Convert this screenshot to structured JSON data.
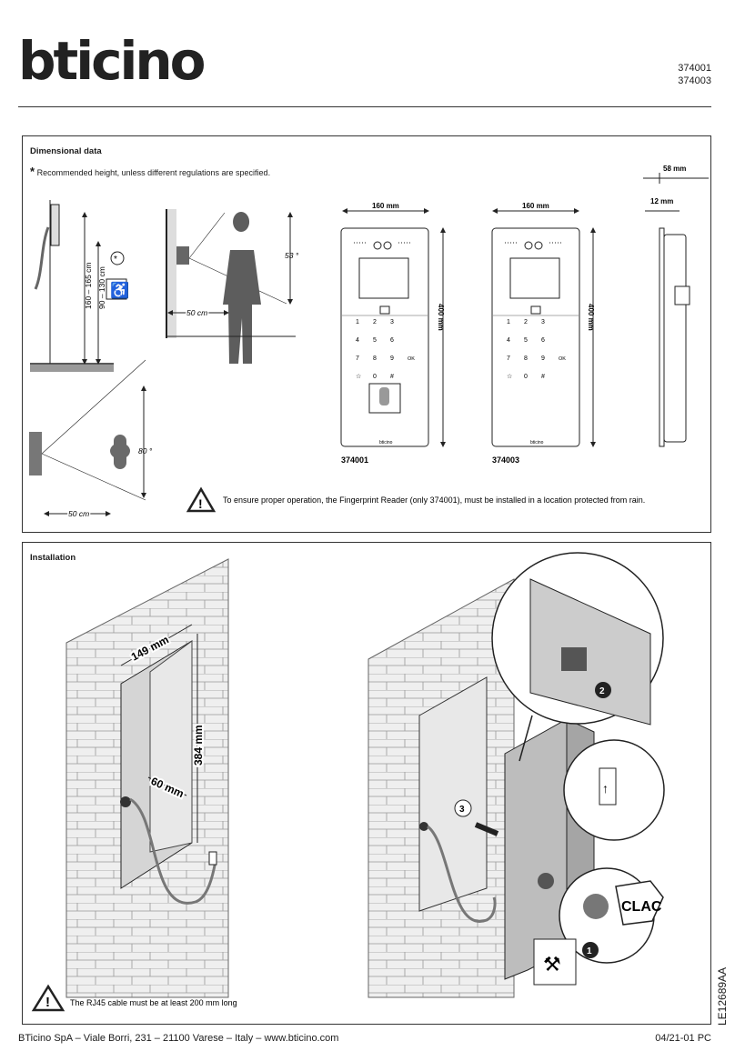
{
  "header": {
    "brand": "bticino",
    "codes": [
      "374001",
      "374003"
    ]
  },
  "dimensional": {
    "title": "Dimensional data",
    "asterisk_note": "Recommended height, unless different regulations are specified.",
    "height_range_1": "160 – 165 cm",
    "height_range_2": "90 – 130 cm",
    "angle_vertical": "53 °",
    "distance_1": "50 cm",
    "angle_horizontal": "80 °",
    "distance_2": "50 cm",
    "width_a": "160 mm",
    "width_b": "160 mm",
    "height_a": "400 mm",
    "height_b": "400 mm",
    "depth_total": "58 mm",
    "depth_part": "12 mm",
    "model_a": "374001",
    "model_b": "374003",
    "panel_brand": "bticino",
    "keypad_keys": [
      "1",
      "2",
      "3",
      "4",
      "5",
      "6",
      "7",
      "8",
      "9",
      "☆",
      "0",
      "#"
    ],
    "ok_key": "OK",
    "warning": "To ensure proper operation, the Fingerprint Reader (only 374001), must be installed in a location protected from rain."
  },
  "installation": {
    "title": "Installation",
    "dim_width": "149 mm",
    "dim_height": "384 mm",
    "dim_depth": "60 mm",
    "clac": "CLAC",
    "steps": [
      "1",
      "2",
      "3"
    ],
    "warning": "The RJ45 cable must be at least 200 mm long"
  },
  "footer": {
    "address": "BTicino SpA – Viale Borri, 231 – 21100 Varese – Italy – www.bticino.com",
    "code": "04/21-01 PC",
    "doc_id": "LE12689AA"
  },
  "colors": {
    "ink": "#1a1a1a",
    "box_grey": "#bdbdbd",
    "brick_grey": "#e6e6e6"
  }
}
